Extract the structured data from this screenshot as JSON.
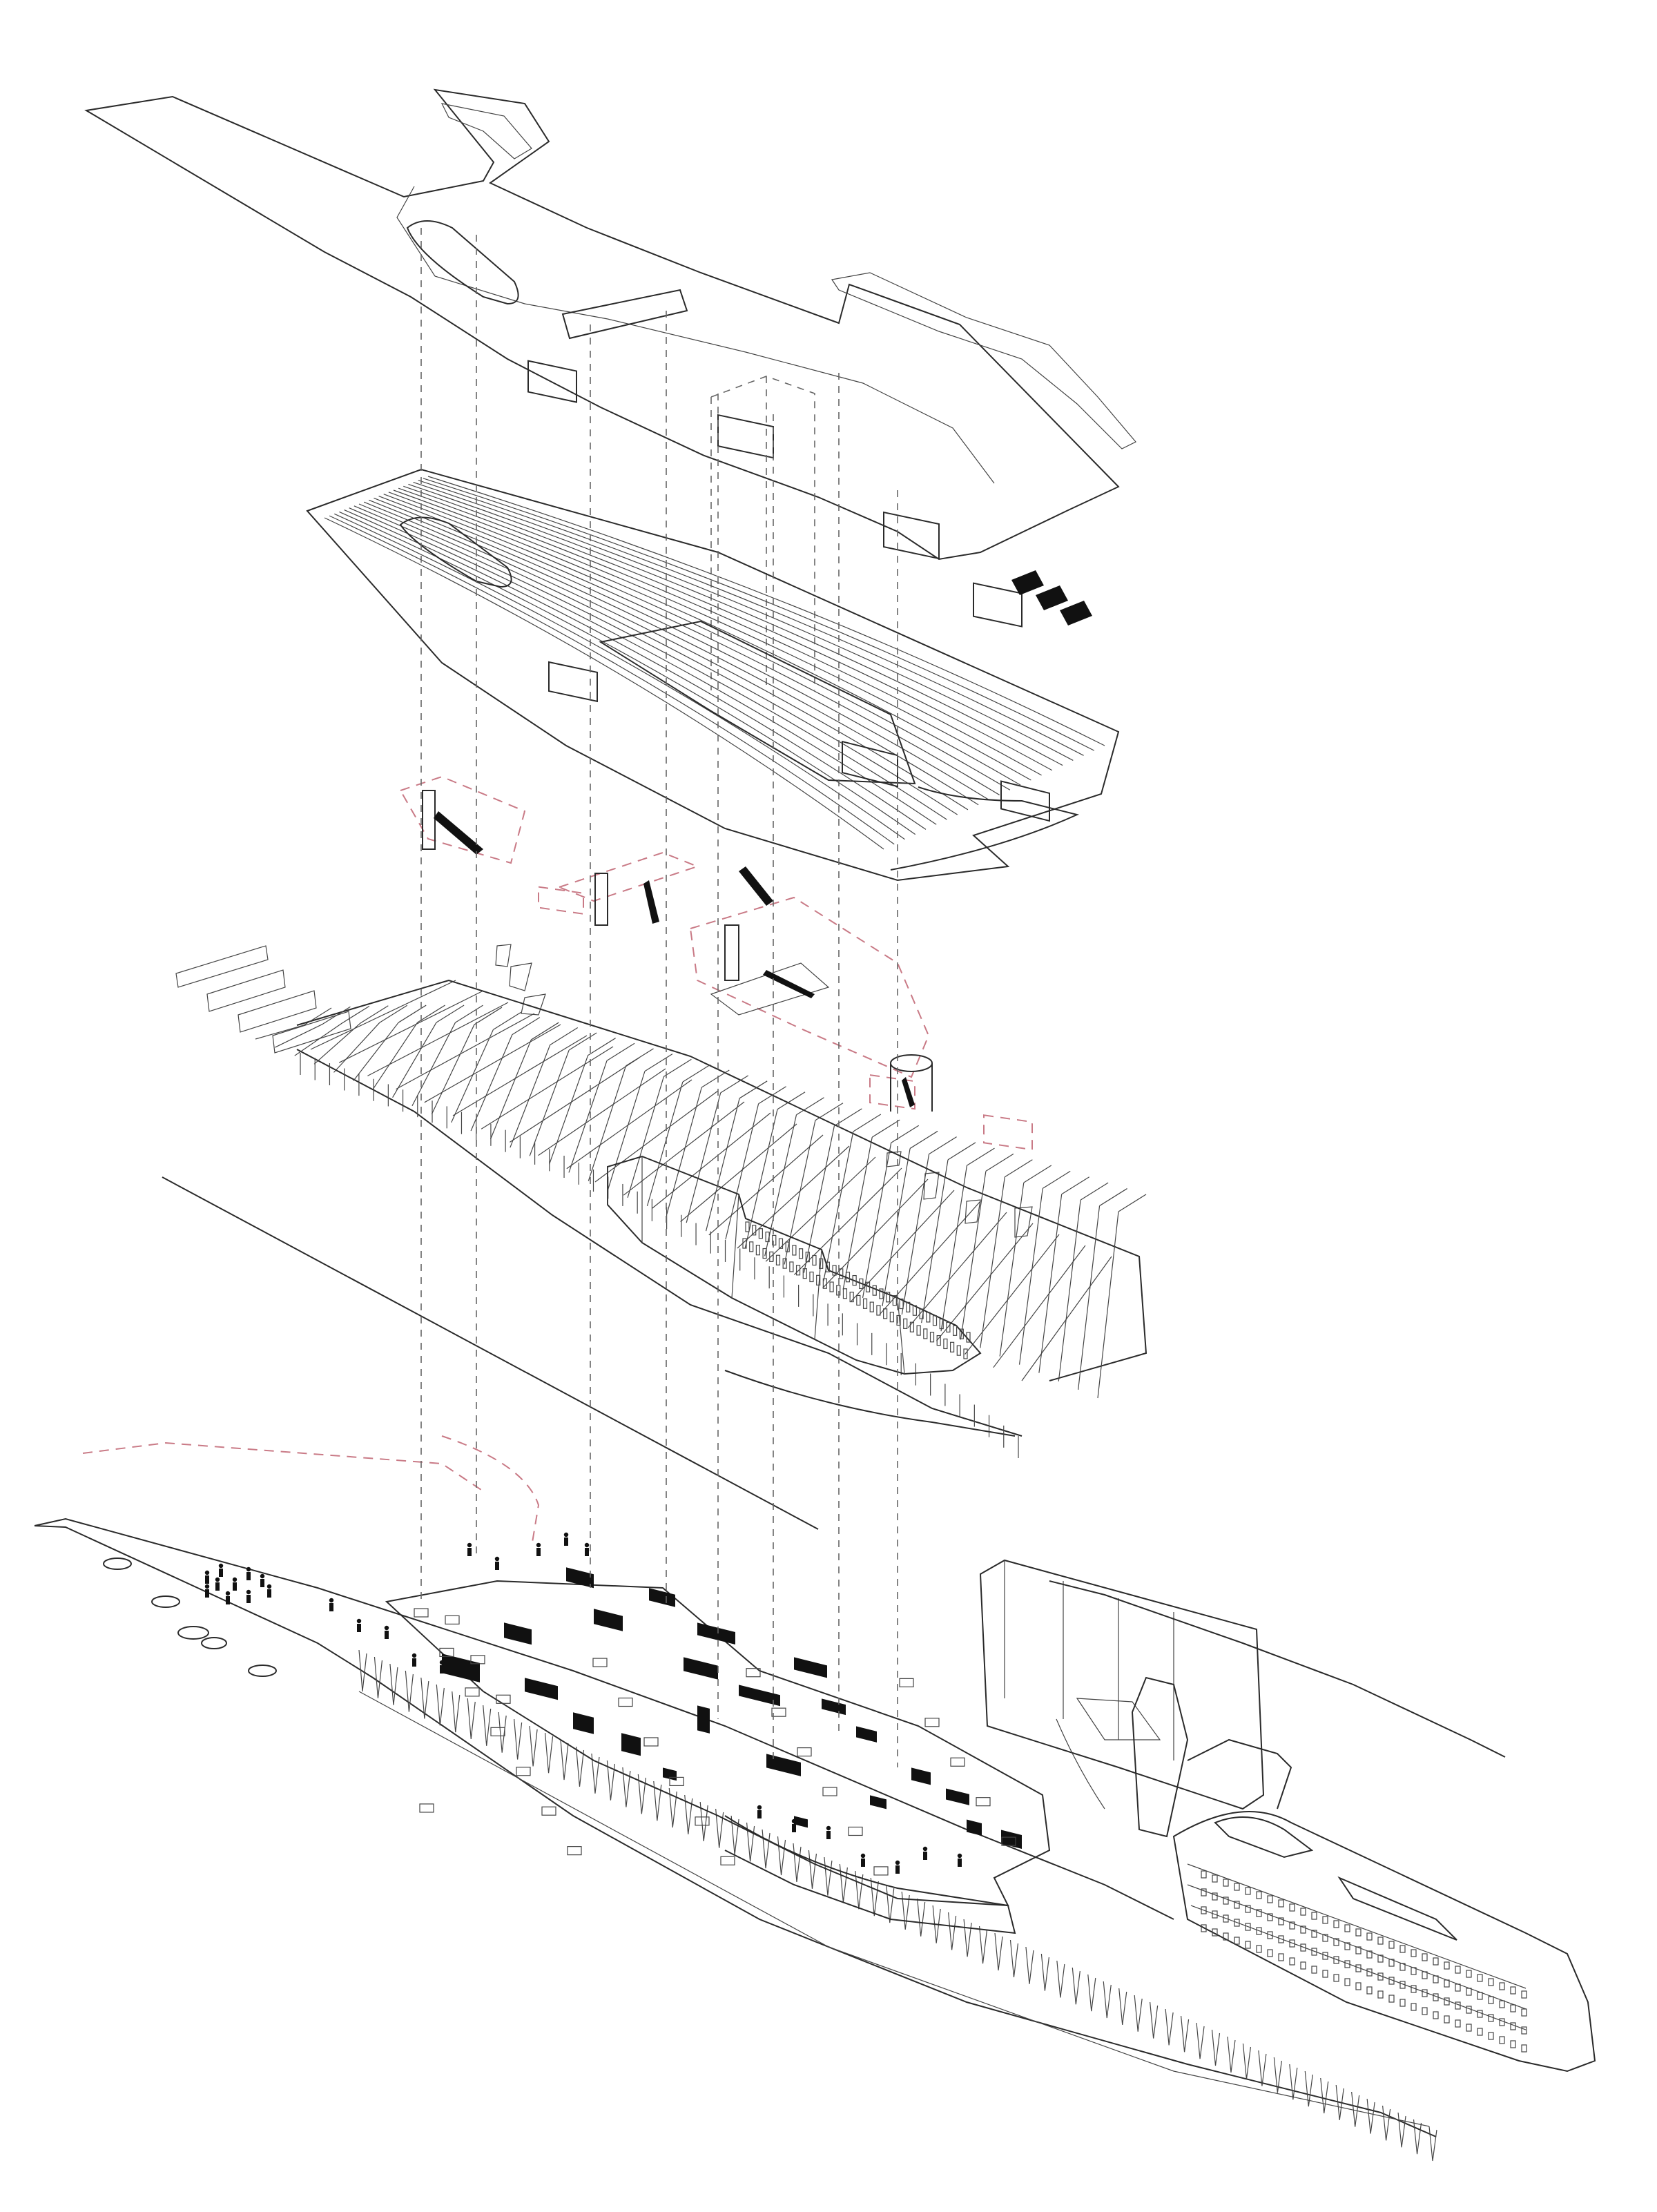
{
  "diagram": {
    "kind": "exploded-axonometric",
    "palette": {
      "line": "#2a2a2a",
      "projection": "#666666",
      "highlight": "#c97a86",
      "fill": "#111111",
      "background": "#ffffff"
    },
    "layers": [
      {
        "id": "roof-deck"
      },
      {
        "id": "timber-roof-slats"
      },
      {
        "id": "circulation-cores"
      },
      {
        "id": "structural-frame"
      },
      {
        "id": "ground-plan-furnished"
      }
    ]
  }
}
